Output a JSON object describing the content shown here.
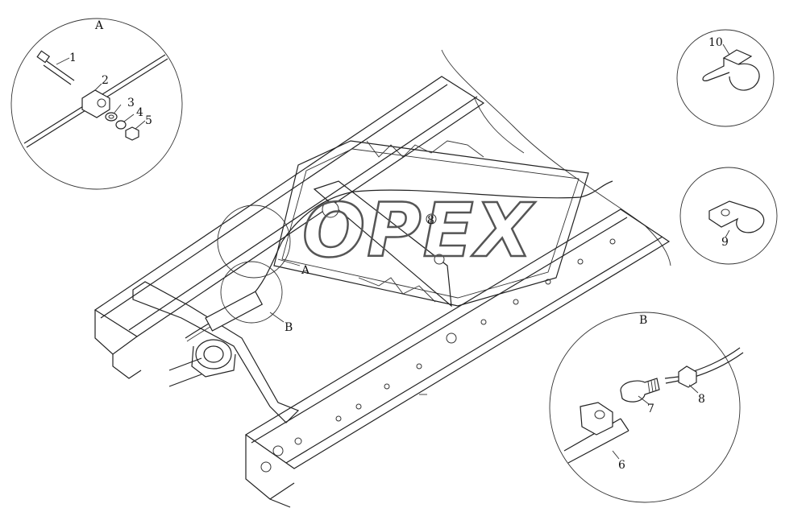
{
  "watermark": "OPEX",
  "labels": {
    "detail_a_title": "A",
    "detail_b_title": "B",
    "callout_a": "A",
    "callout_b": "B",
    "part_1": "1",
    "part_2": "2",
    "part_3": "3",
    "part_4": "4",
    "part_5": "5",
    "part_6": "6",
    "part_7": "7",
    "part_8_detail": "8",
    "part_8_main": "8",
    "part_9": "9",
    "part_10": "10"
  }
}
